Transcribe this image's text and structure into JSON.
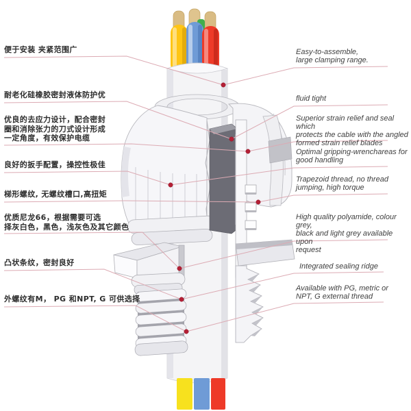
{
  "diagram_title": "Cable gland cutaway with bilingual feature callouts",
  "features": [
    {
      "zh": "便于安装 夹紧范围广",
      "en": "Easy-to-assemble,\nlarge clamping range."
    },
    {
      "zh": "耐老化硅橡胶密封液体防护优",
      "en": "fluid tight"
    },
    {
      "zh": "优良的去应力设计，配合密封\n圈和消除张力的刀式设计形成\n一定角度，有效保护电缆",
      "en": "Superior strain relief and seal which\nprotects the cable with the angled\nformed strain relief blades"
    },
    {
      "zh": "良好的扳手配置，操控性极佳",
      "en": "Optimal gripping-wrenchareas for\ngood handling"
    },
    {
      "zh": "梯形螺纹, 无螺纹槽口,高扭矩",
      "en": "Trapezoid thread, no thread\njumping, high torque"
    },
    {
      "zh": "优质尼龙66，根据需要可选\n择灰白色，黑色，浅灰色及其它颜色",
      "en": "High quality polyamide, colour grey,\nblack and light grey available upon\nrequest"
    },
    {
      "zh": "凸状条纹，密封良好",
      "en": "Integrated sealing ridge"
    },
    {
      "zh": "外螺纹有M， PG 和NPT, G 可供选择",
      "en": "Available with PG, metric or\nNPT, G external thread"
    }
  ],
  "annotation": {
    "dot_color": "#b41f35",
    "line_color": "#dcaab3"
  },
  "colors": {
    "wire_yellow": "#ffc514",
    "wire_blue": "#6f9bd6",
    "wire_red": "#ee3a28",
    "wire_tip_tan": "#d9bc84",
    "wire_green": "#3fae4c",
    "body_white": "#f6f6f9",
    "seal_grey": "#6c6c75",
    "shade_grey": "#b6b6bc"
  }
}
